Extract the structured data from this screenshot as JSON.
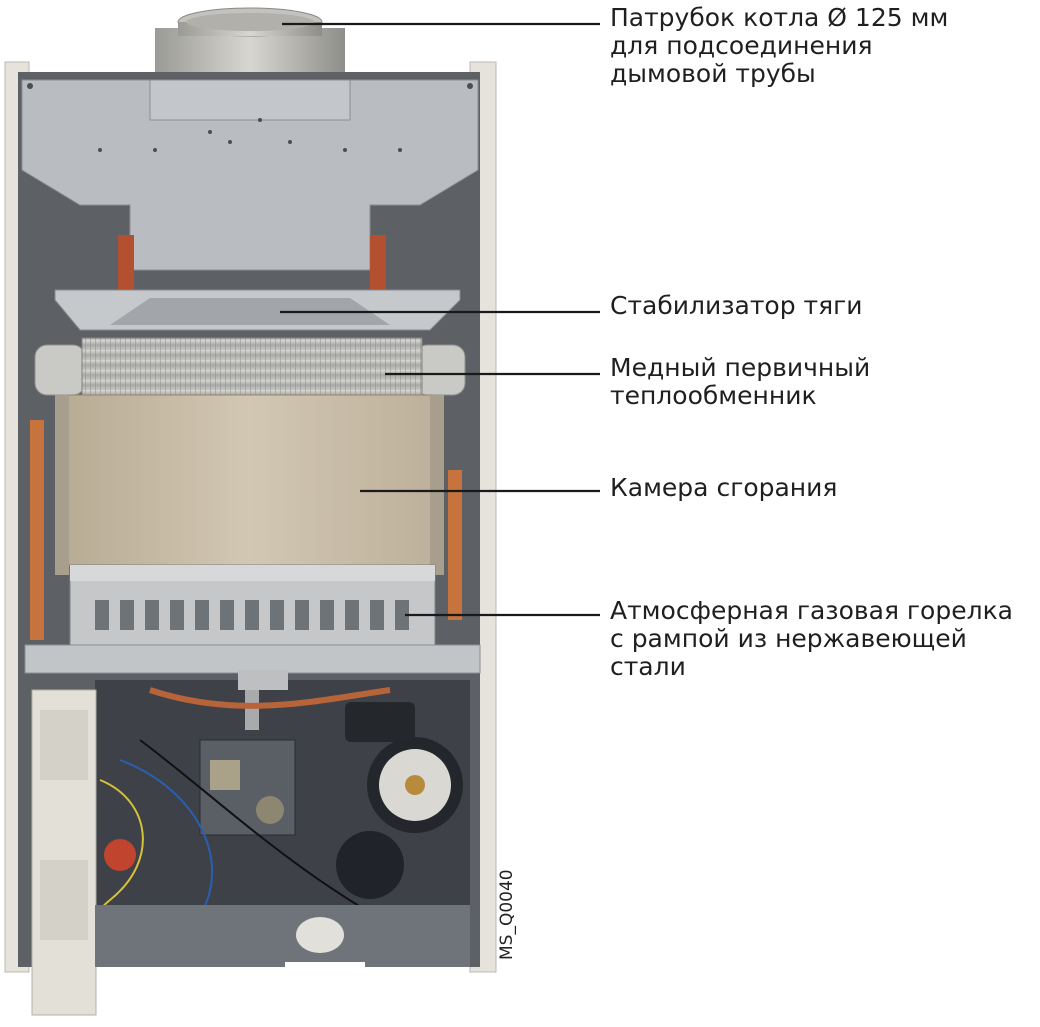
{
  "callouts": [
    {
      "id": "flue-pipe",
      "text": "Патрубок котла Ø 125 мм\nдля подсоединения\nдымовой трубы"
    },
    {
      "id": "draft-stabilizer",
      "text": "Стабилизатор тяги"
    },
    {
      "id": "heat-exchanger",
      "text": "Медный первичный\nтеплообменник"
    },
    {
      "id": "combustion-chamber",
      "text": "Камера сгорания"
    },
    {
      "id": "burner",
      "text": "Атмосферная газовая горелка\nс рампой из нержавеющей\nстали"
    }
  ],
  "image_code": "MS_Q0040",
  "colors": {
    "leader_line": "#1a1a1a",
    "casing": "#e6e3dc",
    "steel": "#b8bbbe",
    "copper": "#c87a45",
    "chamber": "#cbbfa8",
    "dark": "#2b2d31"
  }
}
